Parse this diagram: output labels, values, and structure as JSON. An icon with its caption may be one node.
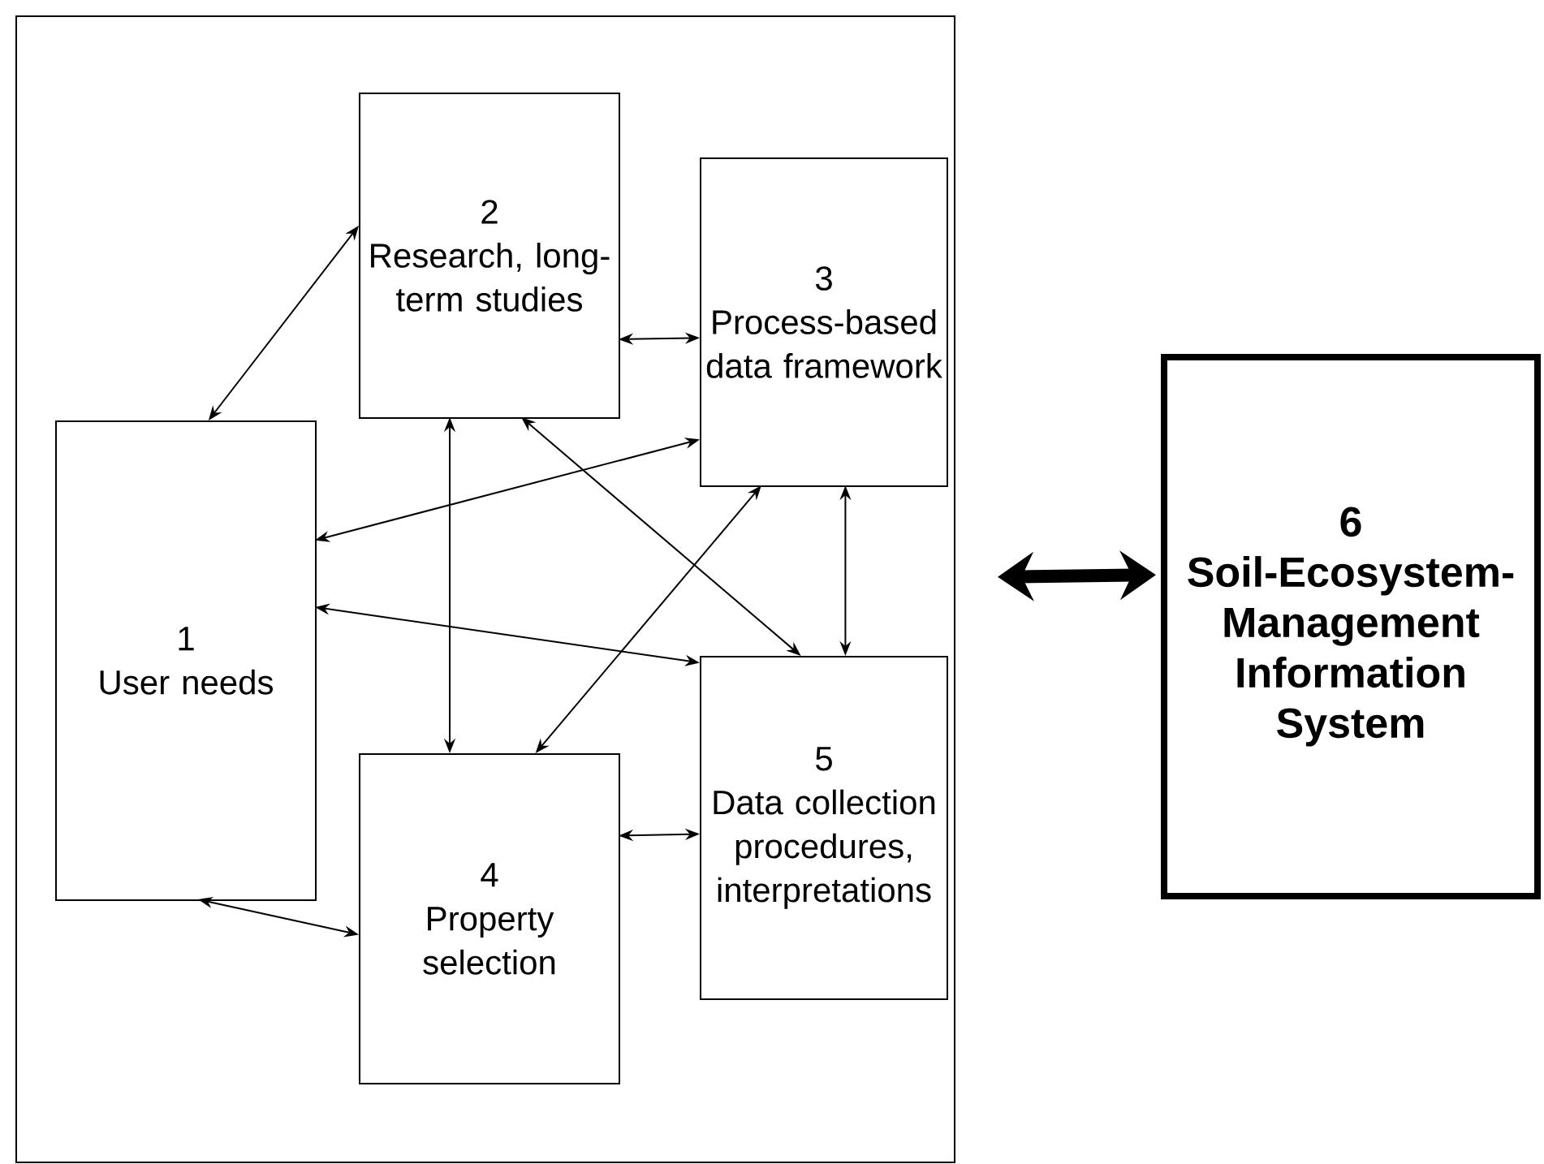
{
  "diagram": {
    "nodes": [
      {
        "text": [],
        "shape": "box"
      },
      {
        "text": [
          "1",
          "User needs"
        ],
        "in": 0
      },
      {
        "text": [
          "2",
          "Research, long-term studies"
        ],
        "in": 0
      },
      {
        "text": [
          "3",
          "Process-based data framework"
        ],
        "in": 0
      },
      {
        "text": [
          "4",
          "Property selection"
        ],
        "in": 0
      },
      {
        "text": [
          "5",
          "Data collection procedures, interpretations"
        ],
        "in": 0
      },
      {
        "text": [
          "6",
          "Soil-Ecosystem-Management Information System"
        ]
      }
    ],
    "edges": [
      {
        "from": 1,
        "to": 2,
        "arrow": "both"
      },
      {
        "from": 2,
        "to": 3,
        "arrow": "both"
      },
      {
        "from": 2,
        "to": 4,
        "arrow": "both"
      },
      {
        "from": 2,
        "to": 5,
        "arrow": "both"
      },
      {
        "from": 1,
        "to": 3,
        "arrow": "both"
      },
      {
        "from": 1,
        "to": 5,
        "arrow": "both"
      },
      {
        "from": 3,
        "to": 4,
        "arrow": "both"
      },
      {
        "from": 3,
        "to": 5,
        "arrow": "both"
      },
      {
        "from": 1,
        "to": 4,
        "arrow": "both"
      },
      {
        "from": 4,
        "to": 5,
        "arrow": "both"
      },
      {
        "from": 0,
        "to": 6,
        "arrow": "both",
        "style": "thick"
      }
    ]
  }
}
